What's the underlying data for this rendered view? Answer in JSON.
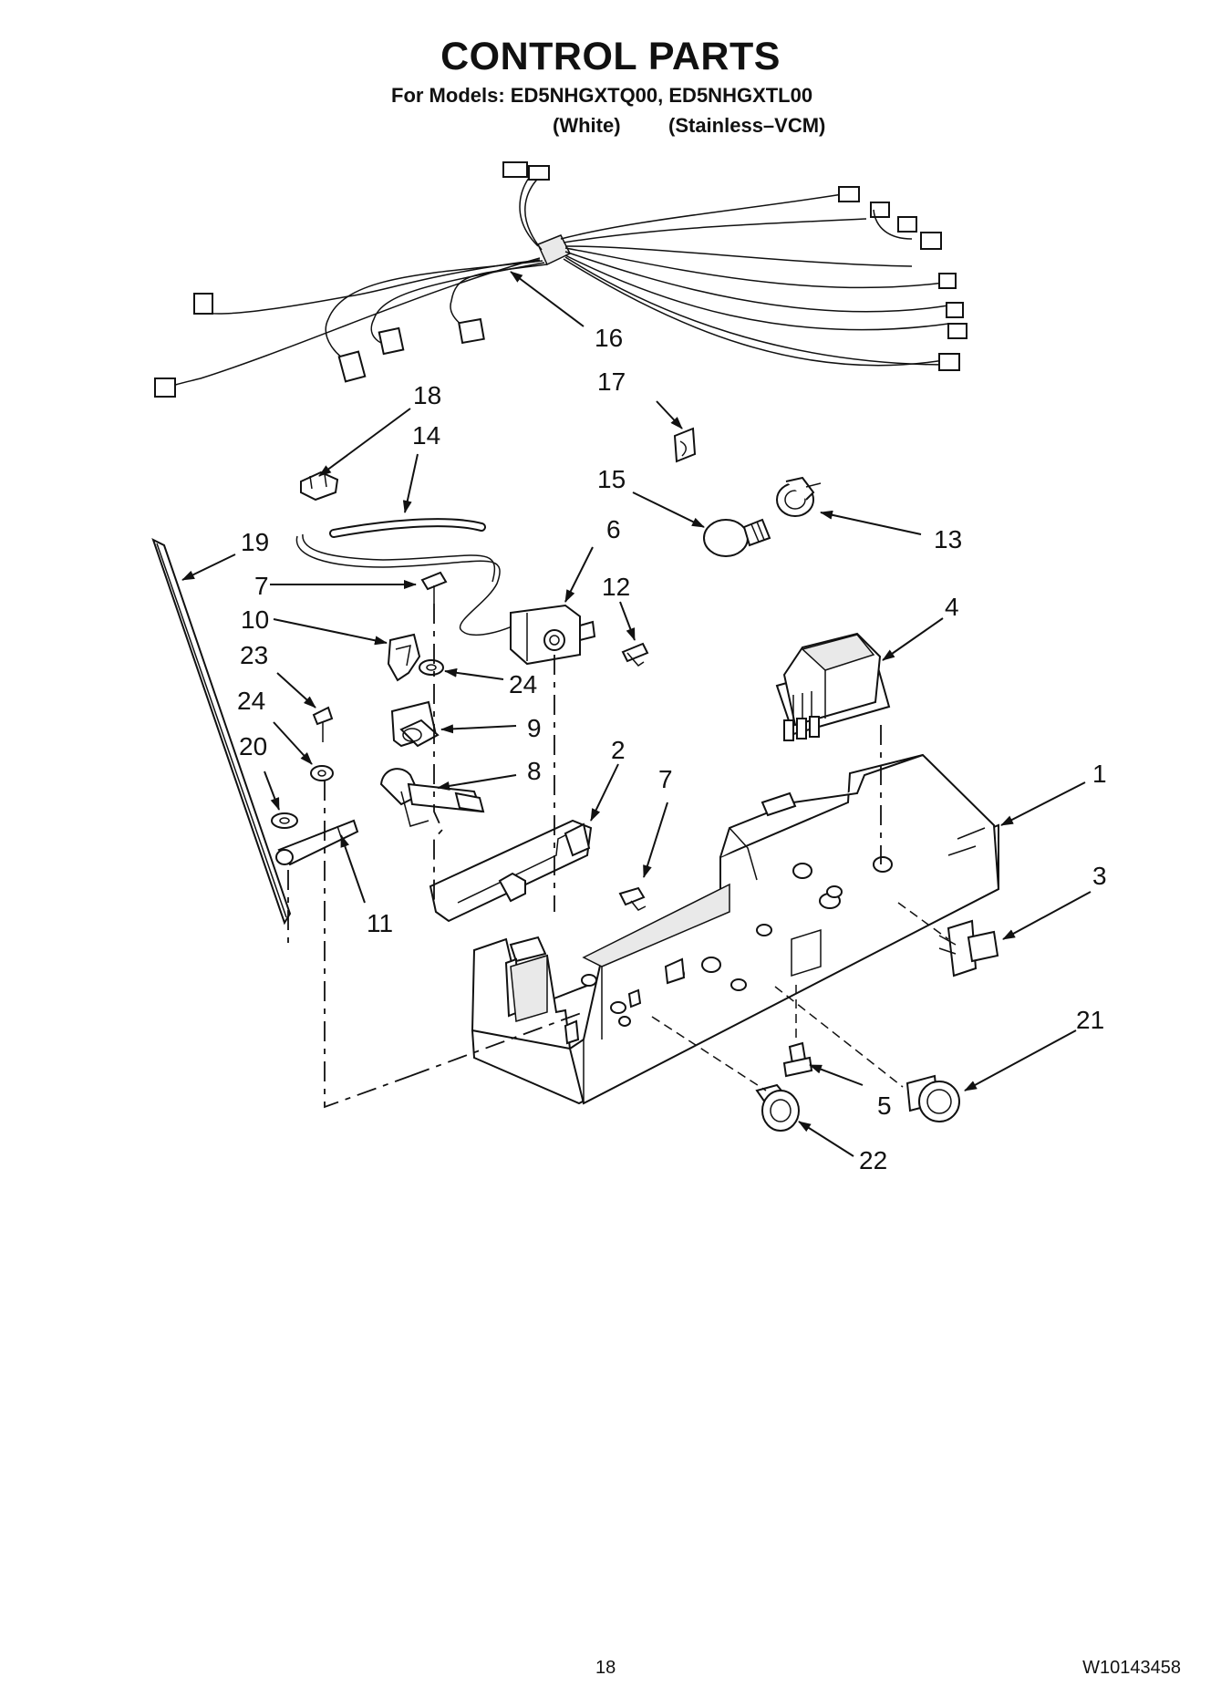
{
  "header": {
    "title": "CONTROL PARTS",
    "models_line": "For Models: ED5NHGXTQ00, ED5NHGXTL00",
    "variant_white": "(White)",
    "variant_stainless": "(Stainless–VCM)"
  },
  "callouts": [
    "1",
    "2",
    "3",
    "4",
    "5",
    "6",
    "7",
    "7",
    "8",
    "9",
    "10",
    "11",
    "12",
    "13",
    "14",
    "15",
    "16",
    "17",
    "18",
    "19",
    "20",
    "21",
    "22",
    "23",
    "24",
    "24"
  ],
  "footer": {
    "page_number": "18",
    "document_number": "W10143458"
  }
}
